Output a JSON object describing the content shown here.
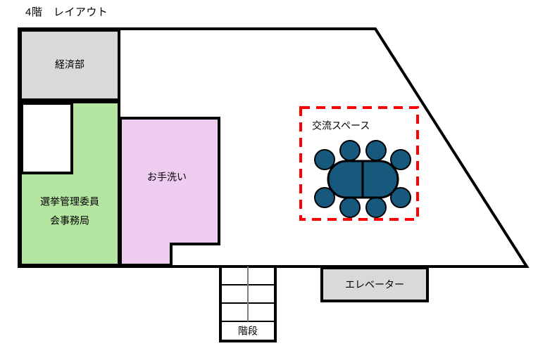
{
  "page": {
    "title": "4階　レイアウト",
    "background_color": "#ffffff"
  },
  "colors": {
    "wall": "#000000",
    "room_gray": "#d9d9d9",
    "room_green": "#b4e5a1",
    "room_pink": "#efcdf0",
    "furniture_blue": "#16597d",
    "furniture_outline": "#000000",
    "zone_dashed": "#ff0000",
    "stair_divider": "#808080",
    "white": "#ffffff"
  },
  "rooms": [
    {
      "id": "keizai-bu",
      "label": "経済部",
      "fill": "#d9d9d9"
    },
    {
      "id": "senkyo-kanri",
      "label": "選挙管理委員",
      "label2": "会事務局",
      "fill": "#b4e5a1"
    },
    {
      "id": "otearai",
      "label": "お手洗い",
      "fill": "#efcdf0"
    },
    {
      "id": "elevator",
      "label": "エレベーター",
      "fill": "#d9d9d9"
    },
    {
      "id": "kaidan",
      "label": "階段",
      "fill": "#ffffff"
    }
  ],
  "zones": [
    {
      "id": "kouryu-space",
      "label": "交流スペース",
      "border_color": "#ff0000",
      "border_style": "dashed"
    }
  ],
  "furniture": {
    "table": {
      "id": "round-table",
      "label": "",
      "fill": "#16597d",
      "split": true
    },
    "chairs_count": 8
  }
}
